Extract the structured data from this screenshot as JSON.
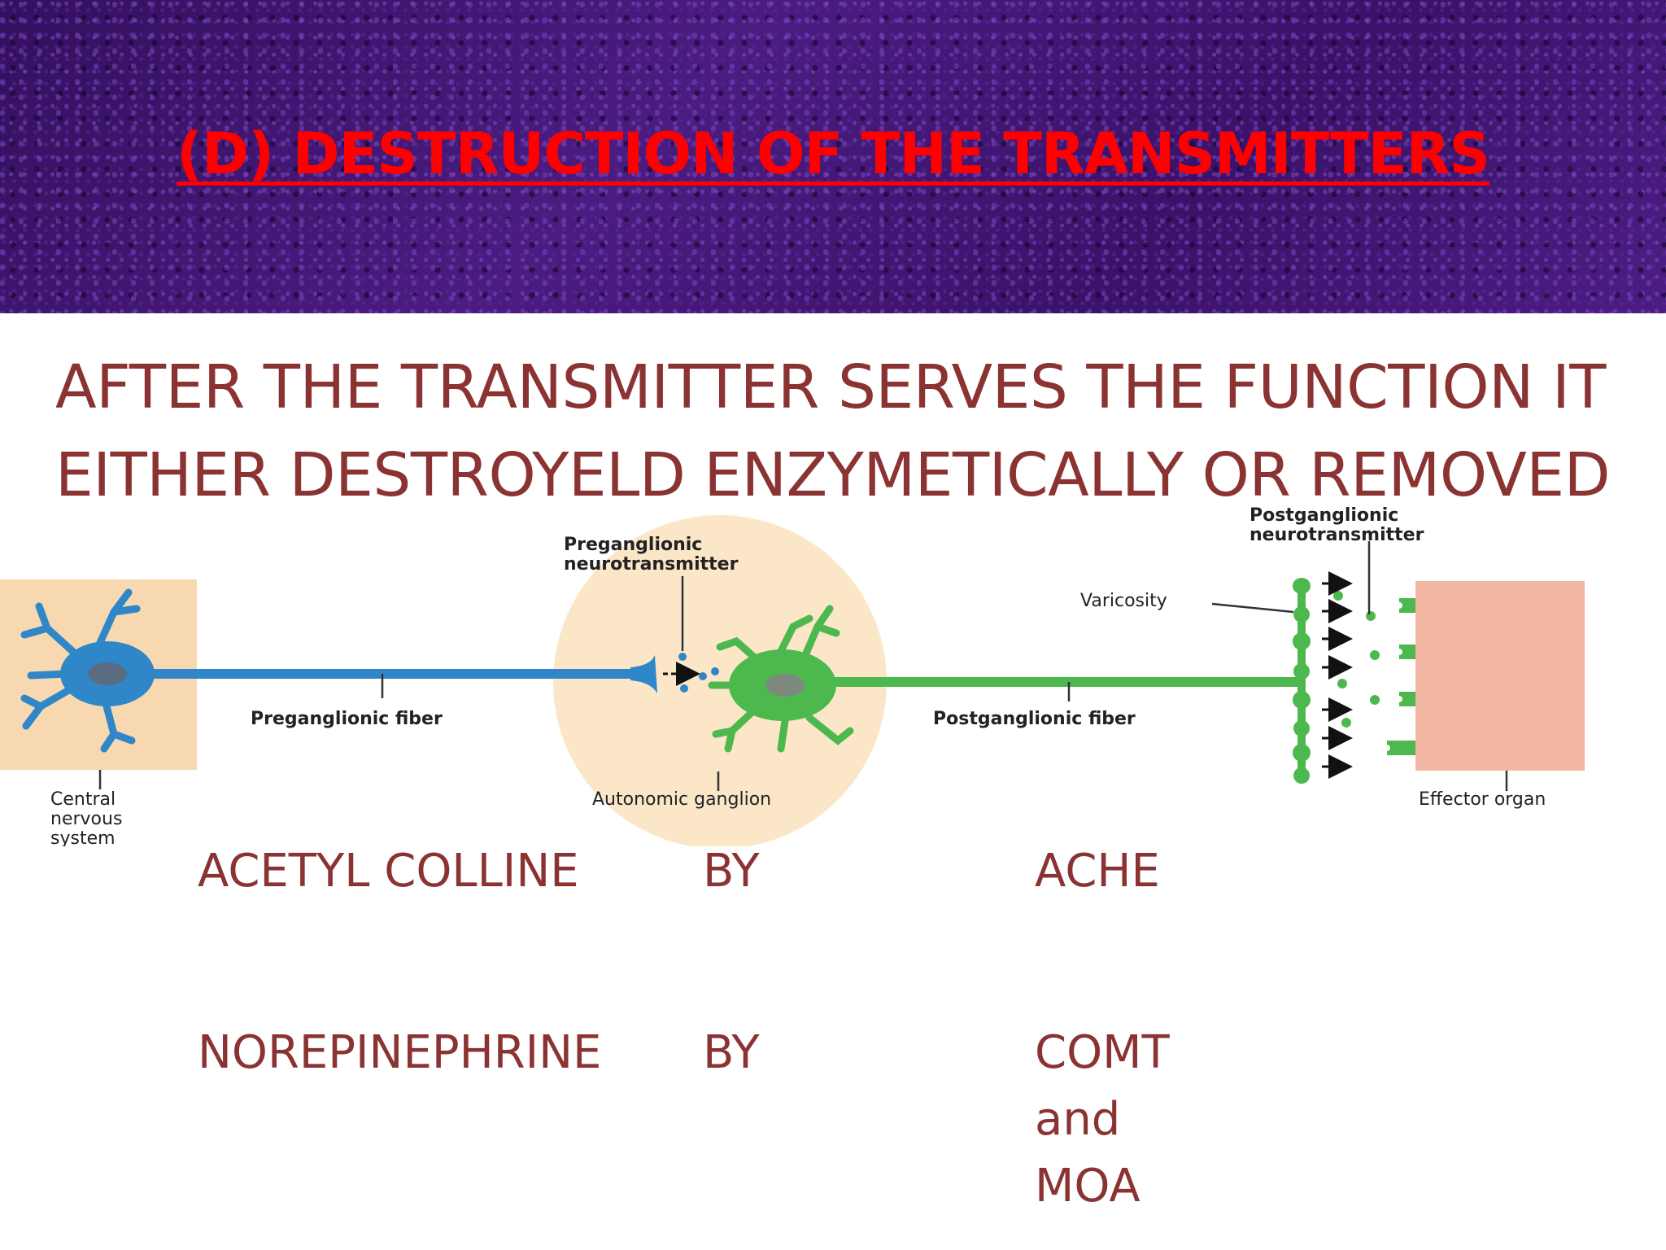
{
  "slide": {
    "title": "(D) DESTRUCTION OF THE TRANSMITTERS",
    "intro_line1": "AFTER THE TRANSMITTER SERVES THE FUNCTION IT",
    "intro_line2": "EITHER DESTROYELD ENZYMETICALLY OR REMOVED"
  },
  "diagram": {
    "labels": {
      "preganglionic_neurotransmitter_1": "Preganglionic",
      "preganglionic_neurotransmitter_2": "neurotransmitter",
      "postganglionic_neurotransmitter_1": "Postganglionic",
      "postganglionic_neurotransmitter_2": "neurotransmitter",
      "varicosity": "Varicosity",
      "preganglionic_fiber": "Preganglionic fiber",
      "postganglionic_fiber": "Postganglionic fiber",
      "cns_1": "Central",
      "cns_2": "nervous",
      "cns_3": "system",
      "autonomic_ganglion": "Autonomic ganglion",
      "effector_organ": "Effector organ"
    },
    "colors": {
      "cns_box": "#f8d8b0",
      "ganglion": "#fbe6c8",
      "effector": "#f2b8a4",
      "pre_neuron": "#2f86c8",
      "post_neuron": "#4db84d"
    }
  },
  "table": {
    "rows": [
      {
        "transmitter": "ACETYL COLLINE",
        "by": "BY",
        "enzyme_lines": [
          "ACHE"
        ]
      },
      {
        "transmitter": "NOREPINEPHRINE",
        "by": "BY",
        "enzyme_lines": [
          "COMT",
          "and",
          "MOA"
        ]
      }
    ]
  }
}
